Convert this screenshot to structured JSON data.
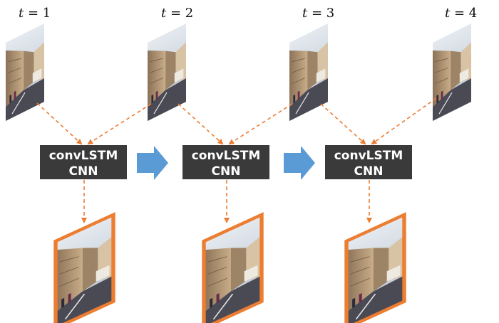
{
  "time_labels": [
    {
      "var": "t",
      "eq": " = ",
      "num": "1"
    },
    {
      "var": "t",
      "eq": " = ",
      "num": "2"
    },
    {
      "var": "t",
      "eq": " = ",
      "num": "3"
    },
    {
      "var": "t",
      "eq": " = ",
      "num": "4"
    }
  ],
  "blocks": [
    {
      "line1": "convLSTM",
      "line2": "CNN"
    },
    {
      "line1": "convLSTM",
      "line2": "CNN"
    },
    {
      "line1": "convLSTM",
      "line2": "CNN"
    }
  ],
  "colors": {
    "block_fill": "#3a3a3a",
    "arrow_blue": "#5b9bd5",
    "dashed_orange": "#ed7d31",
    "output_border": "#ed7d31",
    "sky": "#c9d3de",
    "building": "#b89a78",
    "road": "#4a4a55"
  },
  "icons": [
    "street-scene-input-frame",
    "street-scene-output-frame",
    "block-arrow-right"
  ]
}
